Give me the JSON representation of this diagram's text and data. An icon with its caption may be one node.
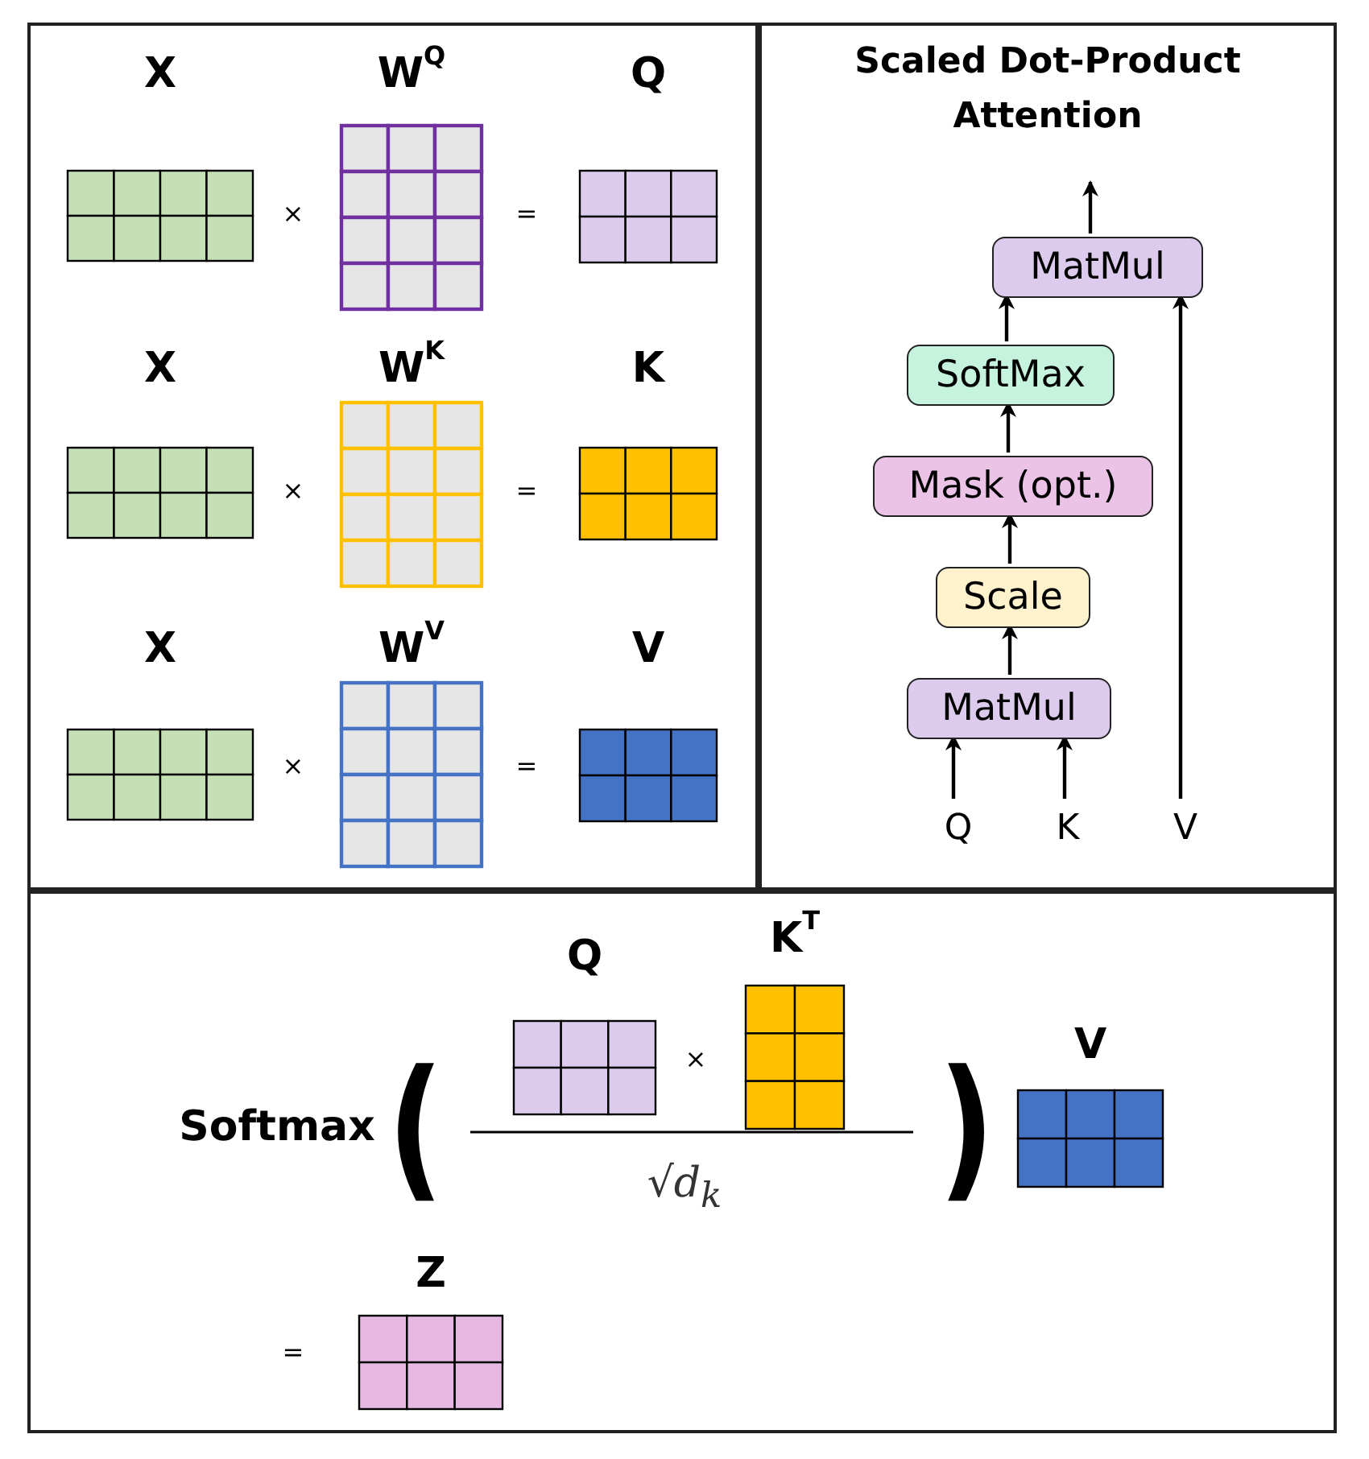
{
  "diagram": {
    "nodes": [
      {
        "text": [],
        "shape": "box"
      },
      {
        "text": [
          "X"
        ],
        "in": 0
      },
      {
        "text": [
          "W$^{Q}$"
        ],
        "in": 0
      },
      {
        "text": [
          "Q"
        ],
        "in": 0
      },
      {
        "text": [
          "X"
        ],
        "in": 0
      },
      {
        "text": [
          "W$^{K}$"
        ],
        "in": 0
      },
      {
        "text": [
          "K"
        ],
        "in": 0
      },
      {
        "text": [
          "X"
        ],
        "in": 0
      },
      {
        "text": [
          "W$^{V}$"
        ],
        "in": 0
      },
      {
        "text": [
          "V"
        ],
        "in": 0
      },
      {
        "text": [
          "Scaled Dot-Product Attention"
        ]
      },
      {
        "text": [
          "MatMul"
        ],
        "in": 10
      },
      {
        "text": [
          "SoftMax"
        ],
        "in": 10
      },
      {
        "text": [
          "Mask (opt.)"
        ],
        "in": 10
      },
      {
        "text": [
          "Scale"
        ],
        "in": 10
      },
      {
        "text": [
          "MatMul"
        ],
        "in": 10
      },
      {
        "text": [
          "Q"
        ],
        "in": 10
      },
      {
        "text": [
          "K"
        ],
        "in": 10
      },
      {
        "text": [
          "V"
        ],
        "in": 10
      },
      {
        "text": [],
        "shape": "box"
      },
      {
        "text": [
          "Q"
        ],
        "in": 19
      },
      {
        "text": [
          "K$^{T}$"
        ],
        "in": 19
      },
      {
        "text": [
          "V"
        ],
        "in": 19
      },
      {
        "text": [
          "Z"
        ],
        "in": 19
      }
    ],
    "edges": [
      {
        "from": 16,
        "to": 15,
        "arrow": "to"
      },
      {
        "from": 17,
        "to": 15,
        "arrow": "to"
      },
      {
        "from": 15,
        "to": 14,
        "arrow": "to"
      },
      {
        "from": 14,
        "to": 13,
        "arrow": "to"
      },
      {
        "from": 13,
        "to": 12,
        "arrow": "to"
      },
      {
        "from": 12,
        "to": 11,
        "arrow": "to"
      },
      {
        "from": 18,
        "to": 11,
        "arrow": "to"
      },
      {
        "from": 11,
        "to": null,
        "arrow": "to"
      }
    ],
    "labels": [
      "×",
      "=",
      "×",
      "=",
      "×",
      "=",
      "Softmax",
      "(",
      "×",
      ")",
      "√d$_{k}$",
      "="
    ]
  }
}
